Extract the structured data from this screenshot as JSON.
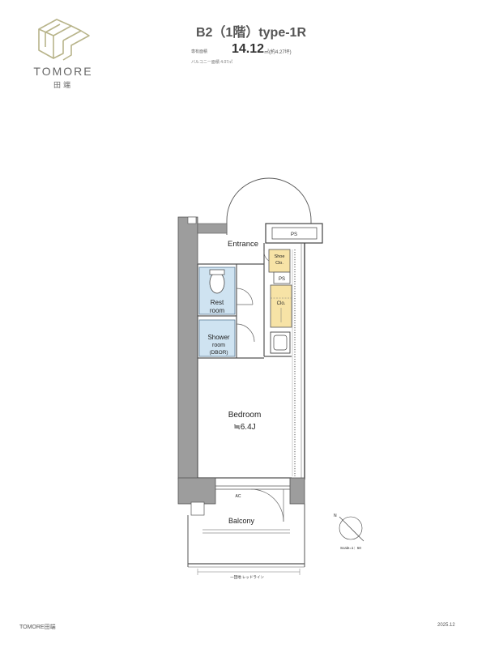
{
  "brand": {
    "name": "TOMORE",
    "sub": "田端",
    "accent_color": "#b8b48a"
  },
  "unit": {
    "title": "B2（1階）type-1R",
    "area_label": "専有面積",
    "area_value": "14.12",
    "area_unit": "㎡(約4.27坪)",
    "balcony_area": "バルコニー面積 4.07㎡"
  },
  "rooms": {
    "ps_top": "PS",
    "entrance": "Entrance",
    "shoe_clo": [
      "Shoe",
      "Clo."
    ],
    "ps_mid": "PS",
    "clo": "Clo.",
    "rest_room": [
      "Rest",
      "room"
    ],
    "shower_room": [
      "Shower",
      "room",
      "(DBOR)"
    ],
    "bedroom": "Bedroom",
    "bedroom_size": "≒6.4J",
    "ac": "AC",
    "balcony": "Balcony",
    "balcony_note": "一団地 レッドライン"
  },
  "compass": {
    "scale": "Scale=1：50",
    "north": "N"
  },
  "footer": {
    "brand": "TOMORE田端",
    "date": "2025.12"
  }
}
